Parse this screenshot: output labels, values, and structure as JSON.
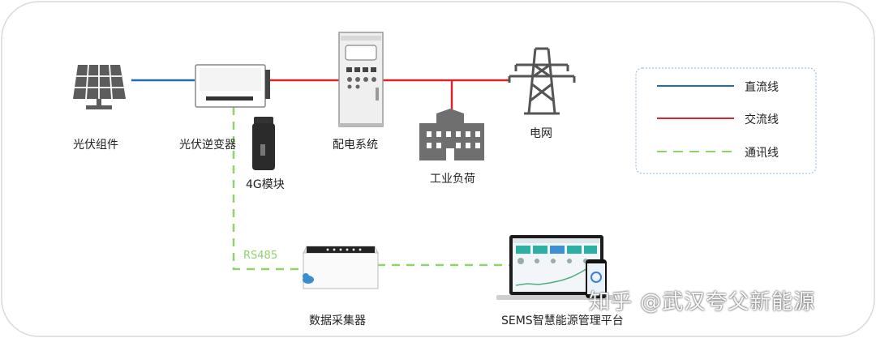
{
  "labels": {
    "pv_module": "光伏组件",
    "inverter": "光伏逆变器",
    "module_4g": "4G模块",
    "distribution": "配电系统",
    "industrial_load": "工业负荷",
    "grid": "电网",
    "collector": "数据采集器",
    "platform": "SEMS智慧能源管理平台",
    "rs485": "RS485"
  },
  "legend": {
    "dc": "直流线",
    "ac": "交流线",
    "comm": "通讯线"
  },
  "colors": {
    "dc_line": "#1f6fb0",
    "ac_line": "#d9262e",
    "comm_line": "#8fd36a",
    "legend_border": "#9ec3e6"
  },
  "watermark": "知乎 @武汉夸父新能源"
}
